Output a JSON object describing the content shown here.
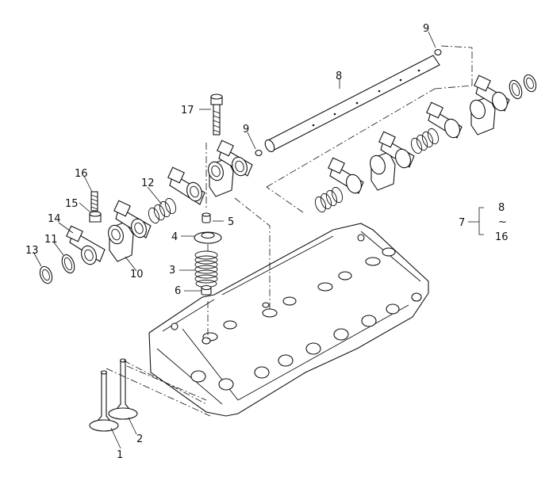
{
  "callouts": {
    "c1": "1",
    "c2": "2",
    "c3": "3",
    "c4": "4",
    "c5": "5",
    "c6": "6",
    "c7": "7",
    "c8a": "8",
    "c8b": "8",
    "c9a": "9",
    "c9b": "9",
    "c10": "10",
    "c11": "11",
    "c12": "12",
    "c13": "13",
    "c14": "14",
    "c15": "15",
    "c16a": "16",
    "c16b": "16",
    "c17": "17"
  },
  "range_mark": "~"
}
